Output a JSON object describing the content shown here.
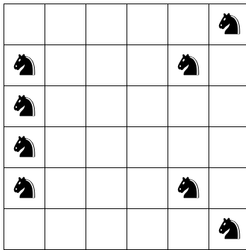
{
  "board": {
    "rows": 6,
    "cols": 6,
    "pieces": [
      {
        "row": 0,
        "col": 5,
        "piece": "knight",
        "color": "black",
        "icon": "black-knight-icon"
      },
      {
        "row": 1,
        "col": 0,
        "piece": "knight",
        "color": "black",
        "icon": "black-knight-icon"
      },
      {
        "row": 1,
        "col": 4,
        "piece": "knight",
        "color": "black",
        "icon": "black-knight-icon"
      },
      {
        "row": 2,
        "col": 0,
        "piece": "knight",
        "color": "black",
        "icon": "black-knight-icon"
      },
      {
        "row": 3,
        "col": 0,
        "piece": "knight",
        "color": "black",
        "icon": "black-knight-icon"
      },
      {
        "row": 4,
        "col": 0,
        "piece": "knight",
        "color": "black",
        "icon": "black-knight-icon"
      },
      {
        "row": 4,
        "col": 4,
        "piece": "knight",
        "color": "black",
        "icon": "black-knight-icon"
      },
      {
        "row": 5,
        "col": 5,
        "piece": "knight",
        "color": "black",
        "icon": "black-knight-icon"
      }
    ],
    "colors": {
      "square": "#ffffff",
      "grid_line": "#000000",
      "piece": "#000000"
    }
  }
}
